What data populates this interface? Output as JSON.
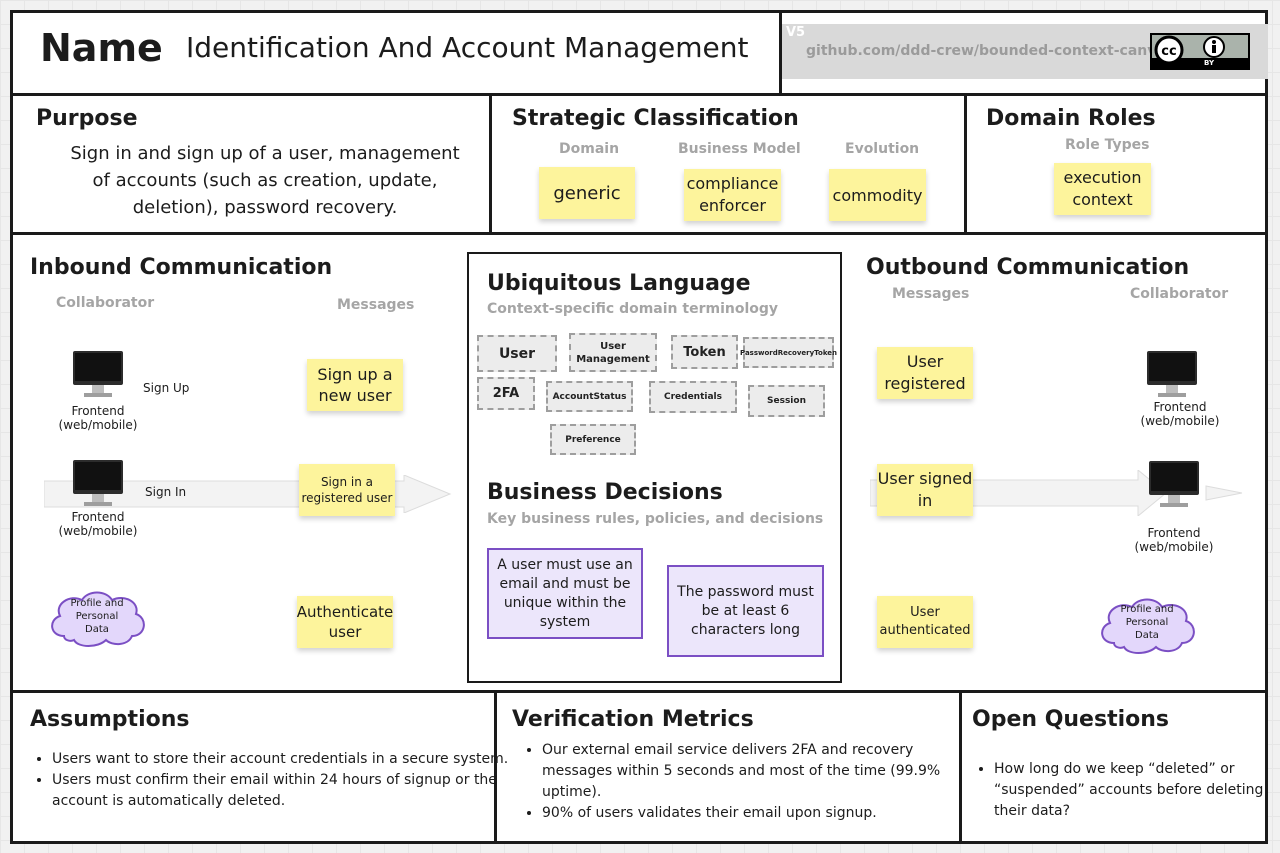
{
  "header": {
    "name_label": "Name",
    "name_value": "Identification And Account Management",
    "version": "V5",
    "repo": "github.com/ddd-crew/bounded-context-canvas",
    "license_badge": "cc-by-icon",
    "license_by": "BY"
  },
  "purpose": {
    "title": "Purpose",
    "text": "Sign in and sign up of a user, management of accounts (such as creation, update, deletion), password recovery."
  },
  "strategic": {
    "title": "Strategic Classification",
    "domain_label": "Domain",
    "domain_value": "generic",
    "business_model_label": "Business Model",
    "business_model_value": "compliance enforcer",
    "evolution_label": "Evolution",
    "evolution_value": "commodity"
  },
  "domain_roles": {
    "title": "Domain Roles",
    "role_types_label": "Role Types",
    "role_value": "execution context"
  },
  "inbound": {
    "title": "Inbound Communication",
    "collaborator_label": "Collaborator",
    "messages_label": "Messages",
    "rows": [
      {
        "collaborator": "Frontend (web/mobile)",
        "relation": "Sign Up",
        "message": "Sign up a new user"
      },
      {
        "collaborator": "Frontend (web/mobile)",
        "relation": "Sign In",
        "message": "Sign in a registered user"
      },
      {
        "collaborator": "Profile and Personal Data",
        "relation": "",
        "message": "Authenticate user"
      }
    ]
  },
  "ubiquitous": {
    "title": "Ubiquitous Language",
    "subtitle": "Context-specific domain terminology",
    "terms": [
      "User",
      "User Management",
      "Token",
      "PasswordRecoveryToken",
      "2FA",
      "AccountStatus",
      "Credentials",
      "Session",
      "Preference"
    ]
  },
  "decisions": {
    "title": "Business Decisions",
    "subtitle": "Key business rules, policies, and decisions",
    "items": [
      "A user must use an email and must be unique within the system",
      "The password must be at least 6 characters long"
    ]
  },
  "outbound": {
    "title": "Outbound Communication",
    "messages_label": "Messages",
    "collaborator_label": "Collaborator",
    "rows": [
      {
        "message": "User registered",
        "collaborator": "Frontend (web/mobile)"
      },
      {
        "message": "User signed in",
        "collaborator": "Frontend (web/mobile)"
      },
      {
        "message": "User authenticated",
        "collaborator": "Profile and Personal Data"
      }
    ]
  },
  "assumptions": {
    "title": "Assumptions",
    "items": [
      "Users want to store their account credentials in a secure system.",
      "Users must confirm their email within 24 hours of signup or the account is automatically deleted."
    ]
  },
  "metrics": {
    "title": "Verification Metrics",
    "items": [
      "Our external email service delivers 2FA and recovery messages within 5 seconds and most of the time (99.9% uptime).",
      "90% of users validates their email upon signup."
    ]
  },
  "questions": {
    "title": "Open Questions",
    "items": [
      "How long do we keep “deleted” or “suspended” accounts before deleting their data?"
    ]
  },
  "colors": {
    "sticky": "#fdf49c",
    "decision_fill": "#ece6fb",
    "decision_border": "#7b4fc4",
    "cloud_fill": "#e3d7fb",
    "cloud_border": "#7b4fc4",
    "term_fill": "#ececec"
  }
}
